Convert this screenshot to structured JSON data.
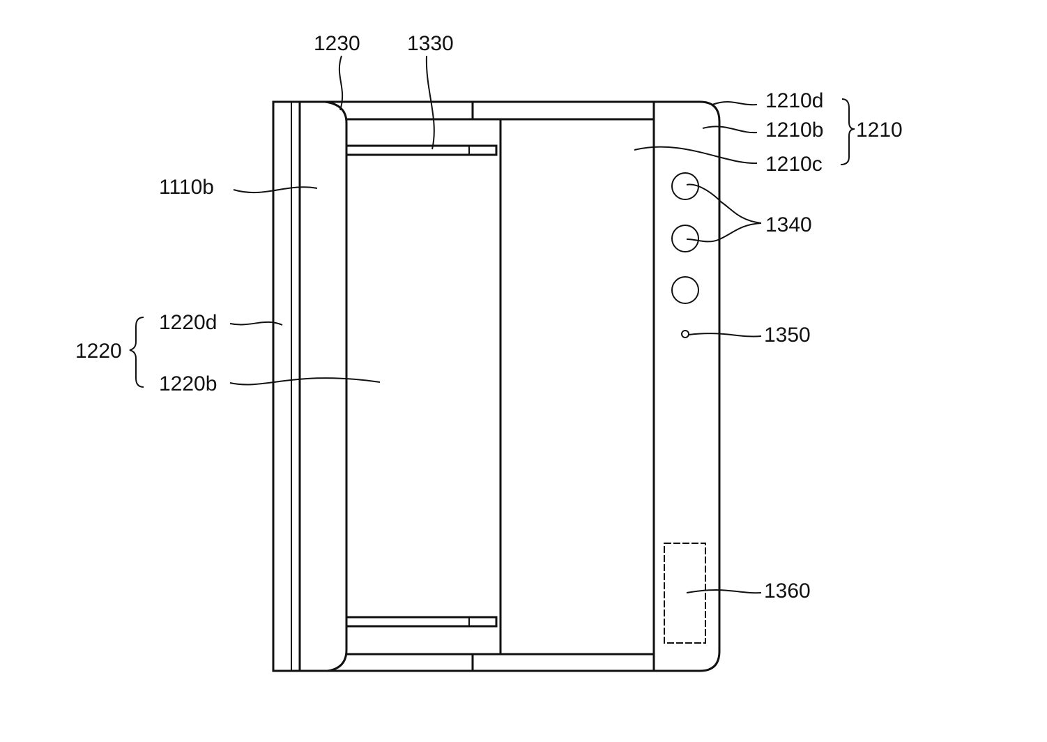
{
  "labels": {
    "l1230": "1230",
    "l1330": "1330",
    "l1210d": "1210d",
    "l1210b": "1210b",
    "l1210c": "1210c",
    "l1210": "1210",
    "l1110b": "1110b",
    "l1340": "1340",
    "l1220d": "1220d",
    "l1220": "1220",
    "l1220b": "1220b",
    "l1350": "1350",
    "l1360": "1360"
  },
  "colors": {
    "line": "#111111",
    "background": "#ffffff"
  }
}
